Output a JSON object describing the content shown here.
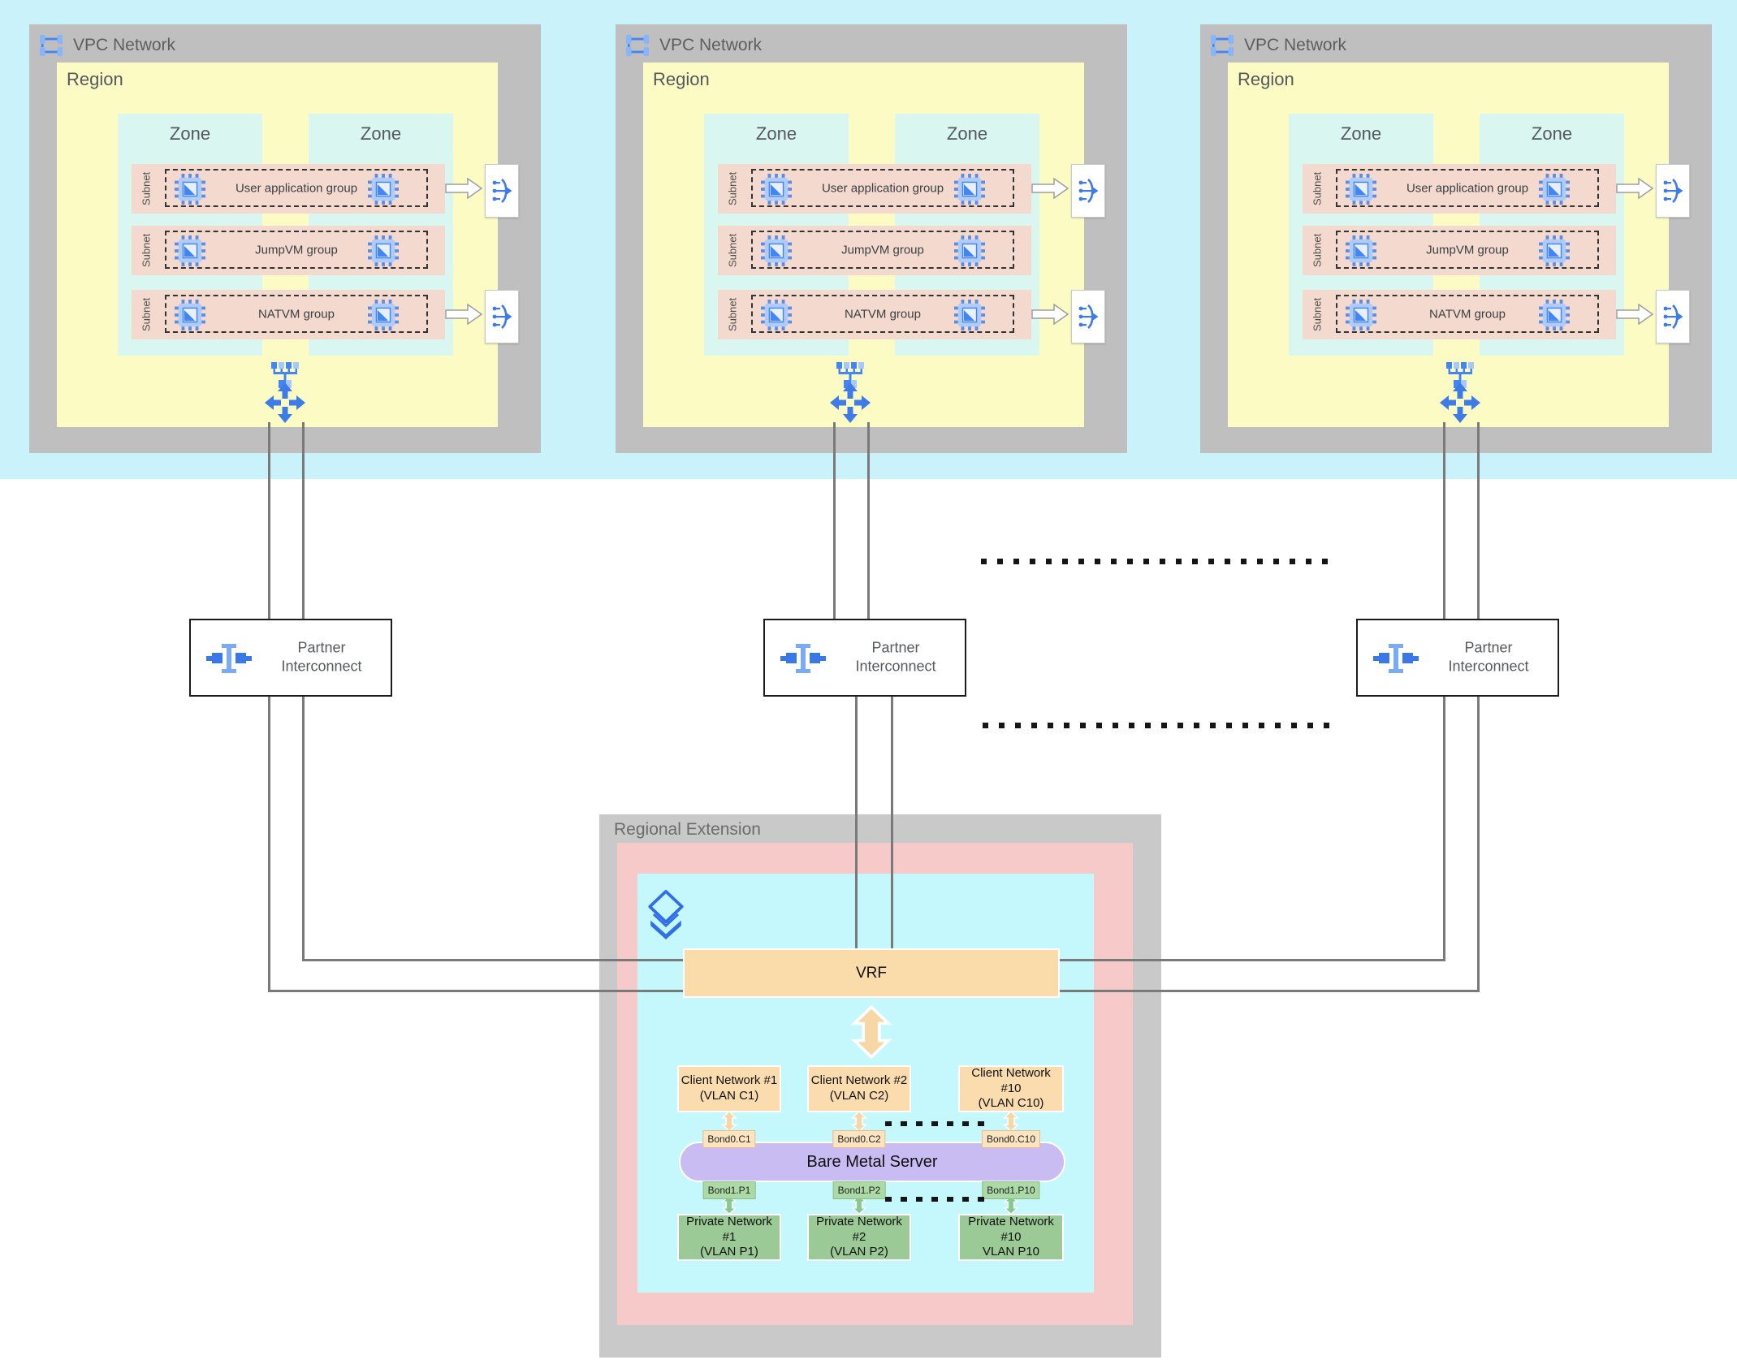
{
  "colors": {
    "band_cyan": "#c9f2fb",
    "box_gray": "#bfbfbf",
    "region_yellow": "#fbfbc3",
    "zone_cyan": "#d9f6f1",
    "subnet_pink": "#f3d9ce",
    "gcp_blue": "#4285f4",
    "re_pink": "#f7caca",
    "re_cyan": "#c4f8fd",
    "vrf_orange": "#fadcaa",
    "client_orange": "#fbdcae",
    "private_green": "#9bca96",
    "server_purple": "#c8bcf2",
    "line_gray": "#7a7a7a"
  },
  "vpcs": [
    {
      "title": "VPC Network",
      "region_label": "Region",
      "zones": [
        "Zone",
        "Zone"
      ],
      "subnets": [
        {
          "side_label": "Subnet",
          "group_label": "User application group"
        },
        {
          "side_label": "Subnet",
          "group_label": "JumpVM group"
        },
        {
          "side_label": "Subnet",
          "group_label": "NATVM group"
        }
      ]
    },
    {
      "title": "VPC Network",
      "region_label": "Region",
      "zones": [
        "Zone",
        "Zone"
      ],
      "subnets": [
        {
          "side_label": "Subnet",
          "group_label": "User application group"
        },
        {
          "side_label": "Subnet",
          "group_label": "JumpVM group"
        },
        {
          "side_label": "Subnet",
          "group_label": "NATVM group"
        }
      ]
    },
    {
      "title": "VPC Network",
      "region_label": "Region",
      "zones": [
        "Zone",
        "Zone"
      ],
      "subnets": [
        {
          "side_label": "Subnet",
          "group_label": "User application group"
        },
        {
          "side_label": "Subnet",
          "group_label": "JumpVM group"
        },
        {
          "side_label": "Subnet",
          "group_label": "NATVM group"
        }
      ]
    }
  ],
  "partner_interconnects": [
    {
      "label": "Partner\nInterconnect"
    },
    {
      "label": "Partner\nInterconnect"
    },
    {
      "label": "Partner\nInterconnect"
    }
  ],
  "regional_extension": {
    "title": "Regional Extension",
    "vrf_label": "VRF",
    "client_networks": [
      {
        "label": "Client Network #1\n(VLAN C1)"
      },
      {
        "label": "Client Network #2\n(VLAN C2)"
      },
      {
        "label": "Client Network #10\n(VLAN C10)"
      }
    ],
    "client_bonds": [
      {
        "label": "Bond0.C1"
      },
      {
        "label": "Bond0.C2"
      },
      {
        "label": "Bond0.C10"
      }
    ],
    "server_label": "Bare Metal Server",
    "private_bonds": [
      {
        "label": "Bond1.P1"
      },
      {
        "label": "Bond1.P2"
      },
      {
        "label": "Bond1.P10"
      }
    ],
    "private_networks": [
      {
        "label": "Private Network #1\n(VLAN P1)"
      },
      {
        "label": "Private Network #2\n(VLAN P2)"
      },
      {
        "label": "Private Network\n#10\nVLAN P10"
      }
    ]
  }
}
